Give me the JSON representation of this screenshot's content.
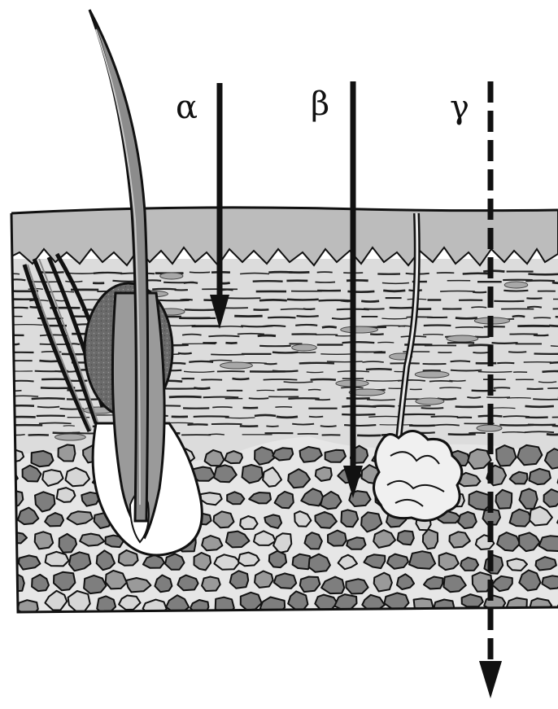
{
  "labels": {
    "alpha": "α",
    "beta": "β",
    "gamma": "γ"
  },
  "colors": {
    "ink": "#111111",
    "epidermis": "#bcbcbc",
    "dermis": "#dcdcdc",
    "subcutis": "#e6e6e6",
    "cell_fill": "#7e7e7e",
    "gland": "#6a6a6a"
  }
}
